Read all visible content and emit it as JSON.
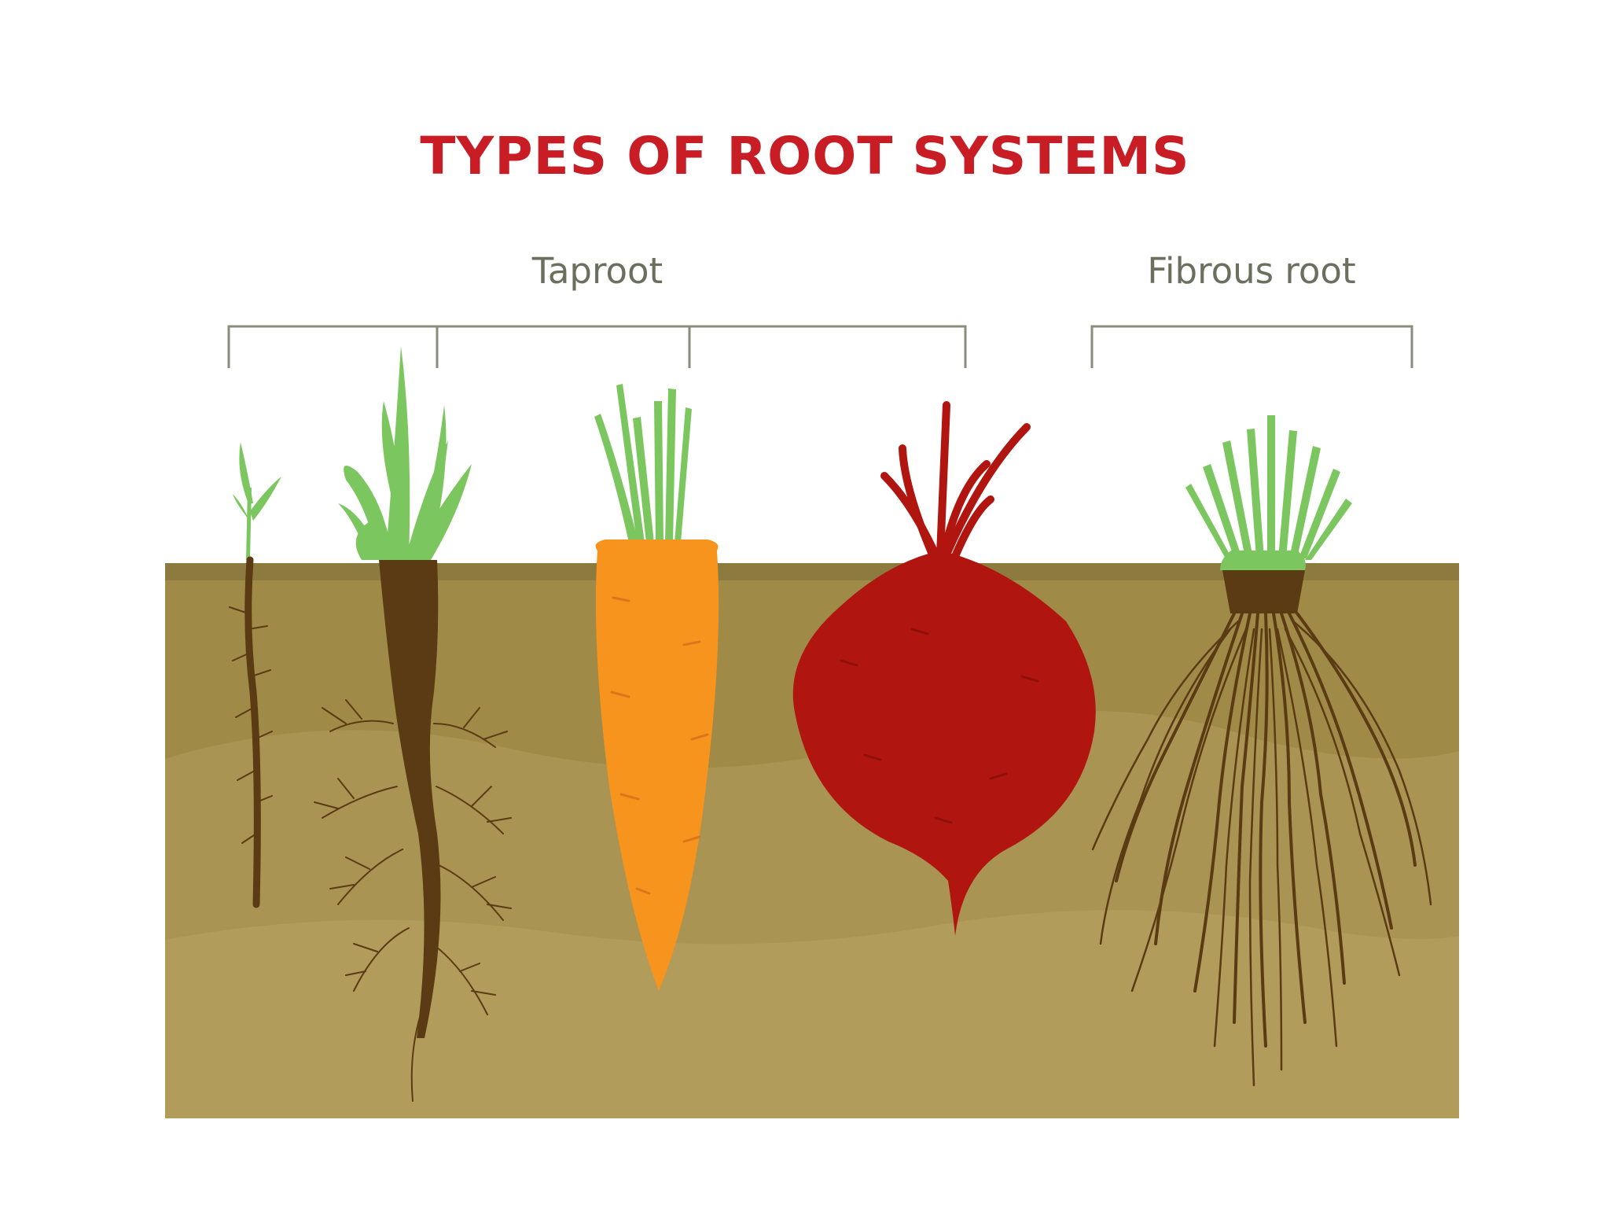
{
  "title": "TYPES OF ROOT SYSTEMS",
  "groups": {
    "taproot": "Taproot",
    "fibrous": "Fibrous root"
  },
  "colors": {
    "title": "#c81d25",
    "label": "#6b6f5e",
    "bracket": "#8a8c7c",
    "soil_top": "#a08a48",
    "soil_mid": "#a99454",
    "soil_low": "#b19c5c",
    "soil_dark_band": "#8d7a3e",
    "root_brown": "#5a3b13",
    "leaf_green": "#7cc65f",
    "carrot_orange": "#f6941d",
    "beet_red": "#b0160f"
  },
  "plants": [
    {
      "name": "seedling",
      "group": "taproot"
    },
    {
      "name": "branched-taproot",
      "group": "taproot"
    },
    {
      "name": "carrot",
      "group": "taproot"
    },
    {
      "name": "beet",
      "group": "taproot"
    },
    {
      "name": "fibrous-plant",
      "group": "fibrous"
    }
  ]
}
